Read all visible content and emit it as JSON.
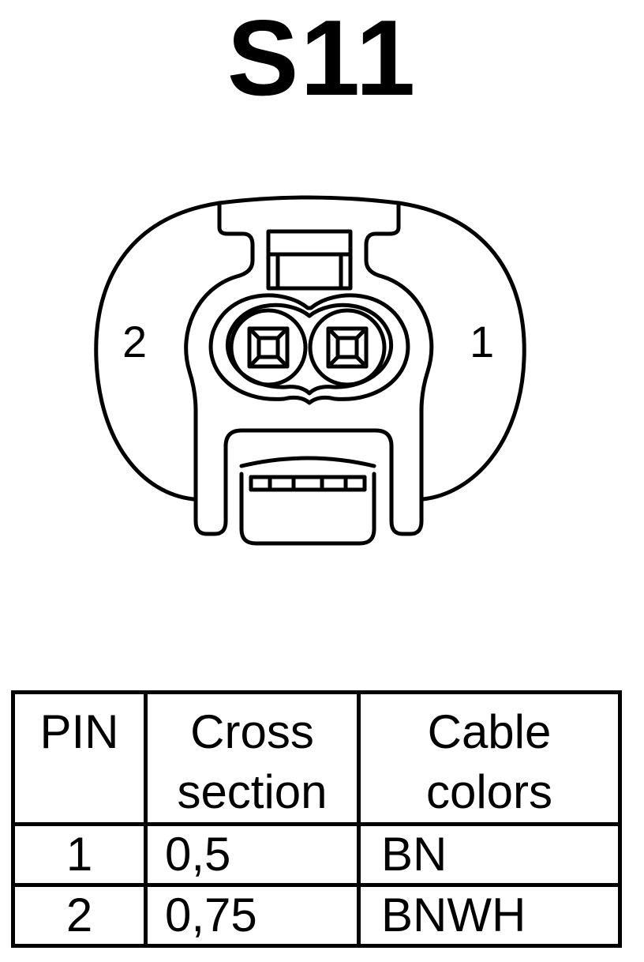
{
  "connector": {
    "title": "S11",
    "pin_labels": {
      "left": "2",
      "right": "1"
    }
  },
  "pin_table": {
    "headers": {
      "pin": "PIN",
      "cross_section_line1": "Cross",
      "cross_section_line2": "section",
      "cable_colors_line1": "Cable",
      "cable_colors_line2": "colors"
    },
    "rows": [
      {
        "pin": "1",
        "cross_section": "0,5",
        "color": "BN"
      },
      {
        "pin": "2",
        "cross_section": "0,75",
        "color": "BNWH"
      }
    ]
  }
}
